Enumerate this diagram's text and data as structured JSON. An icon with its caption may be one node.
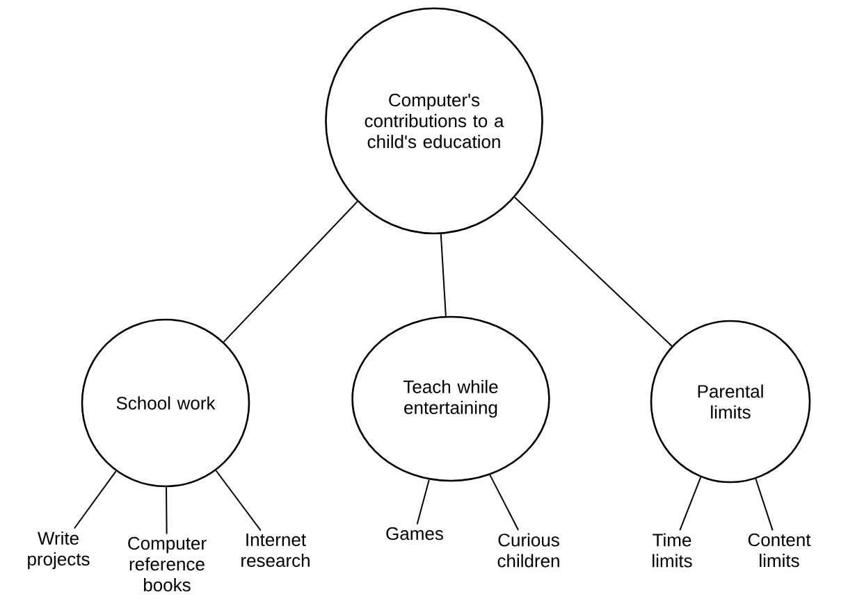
{
  "diagram": {
    "nodes": [
      {
        "text": [
          "Computer's contributions to a child's education"
        ]
      },
      {
        "text": [
          "School work"
        ]
      },
      {
        "text": [
          "Teach while entertaining"
        ]
      },
      {
        "text": [
          "Parental limits"
        ]
      },
      {
        "text": [
          "Write projects"
        ]
      },
      {
        "text": [
          "Computer reference books"
        ]
      },
      {
        "text": [
          "Internet research"
        ]
      },
      {
        "text": [
          "Games"
        ]
      },
      {
        "text": [
          "Curious children"
        ]
      },
      {
        "text": [
          "Time limits"
        ]
      },
      {
        "text": [
          "Content limits"
        ]
      }
    ],
    "edges": [
      {
        "from": 0,
        "to": 1,
        "arrow": "none"
      },
      {
        "from": 0,
        "to": 2,
        "arrow": "none"
      },
      {
        "from": 0,
        "to": 3,
        "arrow": "none"
      },
      {
        "from": 1,
        "to": 4,
        "arrow": "none"
      },
      {
        "from": 1,
        "to": 5,
        "arrow": "none"
      },
      {
        "from": 1,
        "to": 6,
        "arrow": "none"
      },
      {
        "from": 2,
        "to": 7,
        "arrow": "none"
      },
      {
        "from": 2,
        "to": 8,
        "arrow": "none"
      },
      {
        "from": 3,
        "to": 9,
        "arrow": "none"
      },
      {
        "from": 3,
        "to": 10,
        "arrow": "none"
      }
    ]
  }
}
